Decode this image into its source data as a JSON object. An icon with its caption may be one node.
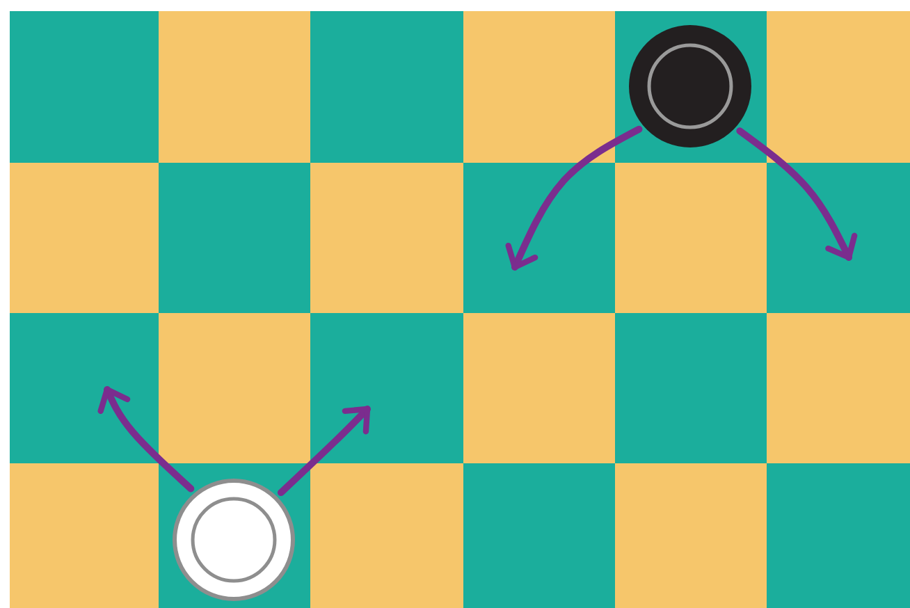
{
  "diagram": {
    "nodes": [
      {
        "text": [],
        "shape": "circle"
      },
      {
        "text": [],
        "shape": "circle"
      }
    ],
    "edges": [
      {
        "from": 0,
        "to": null,
        "arrow": "to"
      },
      {
        "from": 0,
        "to": null,
        "arrow": "to"
      },
      {
        "from": 1,
        "to": null,
        "arrow": "to"
      },
      {
        "from": 1,
        "to": null,
        "arrow": "to"
      }
    ]
  }
}
